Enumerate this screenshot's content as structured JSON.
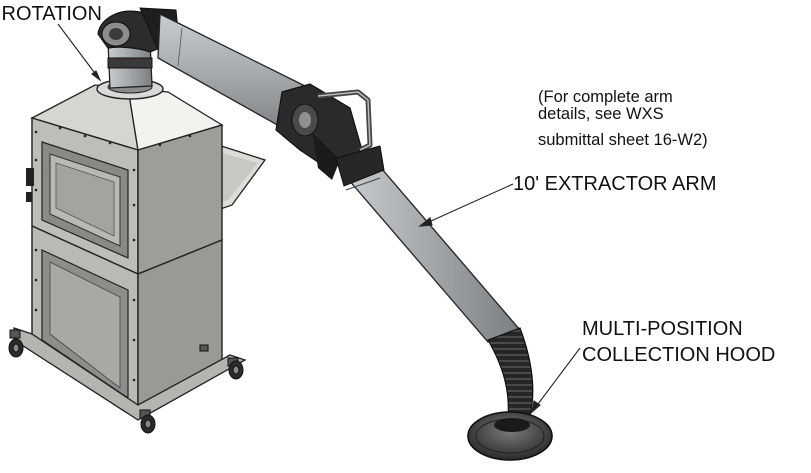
{
  "labels": {
    "rotation": "° ROTATION",
    "note_line1": "(For complete arm",
    "note_line2": "details, see WXS",
    "note_line3": "submittal sheet 16-W2)",
    "extractor_arm": "10' EXTRACTOR ARM",
    "hood_line1": "MULTI-POSITION",
    "hood_line2": "COLLECTION HOOD"
  },
  "colors": {
    "cabinet_light": "#d9d8d3",
    "cabinet_mid": "#a9a8a3",
    "cabinet_dark": "#7d7c78",
    "arm_gray": "#a7abae",
    "hood_black": "#1c1c1c",
    "line": "#222222"
  }
}
